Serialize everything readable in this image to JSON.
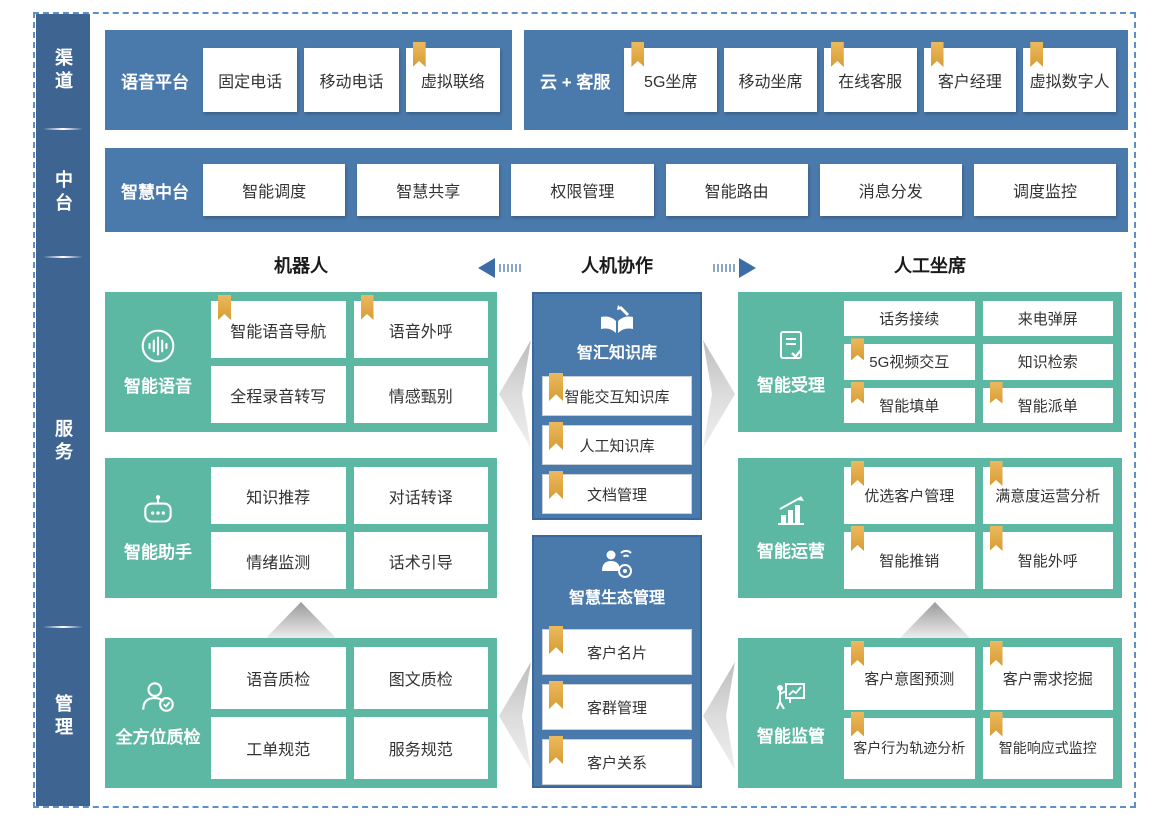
{
  "palette": {
    "panel_blue": "#4a79ab",
    "sidebar_blue": "#3e6492",
    "teal": "#5cb7a3",
    "bookmark_gold": "#d79c33",
    "dashed_border": "#5f8fc9",
    "text_dark": "#333333"
  },
  "sidebar": {
    "sections": [
      "渠道",
      "中台",
      "服务",
      "管理"
    ]
  },
  "rows": {
    "voice_platform": {
      "title": "语音平台",
      "items": [
        {
          "label": "固定电话",
          "flagged": false
        },
        {
          "label": "移动电话",
          "flagged": false
        },
        {
          "label": "虚拟联络",
          "flagged": true
        }
      ]
    },
    "cloud_service": {
      "title": "云 + 客服",
      "items": [
        {
          "label": "5G坐席",
          "flagged": true
        },
        {
          "label": "移动坐席",
          "flagged": false
        },
        {
          "label": "在线客服",
          "flagged": true
        },
        {
          "label": "客户经理",
          "flagged": true
        },
        {
          "label": "虚拟数字人",
          "flagged": true
        }
      ]
    },
    "smart_middle": {
      "title": "智慧中台",
      "items": [
        {
          "label": "智能调度",
          "flagged": false
        },
        {
          "label": "智慧共享",
          "flagged": false
        },
        {
          "label": "权限管理",
          "flagged": false
        },
        {
          "label": "智能路由",
          "flagged": false
        },
        {
          "label": "消息分发",
          "flagged": false
        },
        {
          "label": "调度监控",
          "flagged": false
        }
      ]
    }
  },
  "headers": {
    "left": "机器人",
    "center": "人机协作",
    "right": "人工坐席"
  },
  "columns": {
    "left": [
      {
        "title": "智能语音",
        "icon": "voice-wave-icon",
        "items": [
          {
            "label": "智能语音导航",
            "flagged": true
          },
          {
            "label": "语音外呼",
            "flagged": true
          },
          {
            "label": "全程录音转写",
            "flagged": false
          },
          {
            "label": "情感甄别",
            "flagged": false
          }
        ]
      },
      {
        "title": "智能助手",
        "icon": "robot-icon",
        "items": [
          {
            "label": "知识推荐",
            "flagged": false
          },
          {
            "label": "对话转译",
            "flagged": false
          },
          {
            "label": "情绪监测",
            "flagged": false
          },
          {
            "label": "话术引导",
            "flagged": false
          }
        ]
      },
      {
        "title": "全方位质检",
        "icon": "inspector-icon",
        "items": [
          {
            "label": "语音质检",
            "flagged": false
          },
          {
            "label": "图文质检",
            "flagged": false
          },
          {
            "label": "工单规范",
            "flagged": false
          },
          {
            "label": "服务规范",
            "flagged": false
          }
        ]
      }
    ],
    "center": [
      {
        "title": "智汇知识库",
        "icon": "book-pencil-icon",
        "items": [
          {
            "label": "智能交互知识库",
            "flagged": true
          },
          {
            "label": "人工知识库",
            "flagged": true
          },
          {
            "label": "文档管理",
            "flagged": true
          }
        ]
      },
      {
        "title": "智慧生态管理",
        "icon": "person-network-icon",
        "items": [
          {
            "label": "客户名片",
            "flagged": true
          },
          {
            "label": "客群管理",
            "flagged": true
          },
          {
            "label": "客户关系",
            "flagged": true
          }
        ]
      }
    ],
    "right": [
      {
        "title": "智能受理",
        "icon": "document-check-icon",
        "items": [
          {
            "label": "话务接续",
            "flagged": false
          },
          {
            "label": "来电弹屏",
            "flagged": false
          },
          {
            "label": "5G视频交互",
            "flagged": true
          },
          {
            "label": "知识检索",
            "flagged": false
          },
          {
            "label": "智能填单",
            "flagged": true
          },
          {
            "label": "智能派单",
            "flagged": true
          }
        ]
      },
      {
        "title": "智能运营",
        "icon": "trend-chart-icon",
        "items": [
          {
            "label": "优选客户管理",
            "flagged": true
          },
          {
            "label": "满意度运营分析",
            "flagged": true
          },
          {
            "label": "智能推销",
            "flagged": true
          },
          {
            "label": "智能外呼",
            "flagged": true
          }
        ]
      },
      {
        "title": "智能监管",
        "icon": "presenter-board-icon",
        "items": [
          {
            "label": "客户意图预测",
            "flagged": true
          },
          {
            "label": "客户需求挖掘",
            "flagged": true
          },
          {
            "label": "客户行为轨迹分析",
            "flagged": true
          },
          {
            "label": "智能响应式监控",
            "flagged": true
          }
        ]
      }
    ]
  }
}
